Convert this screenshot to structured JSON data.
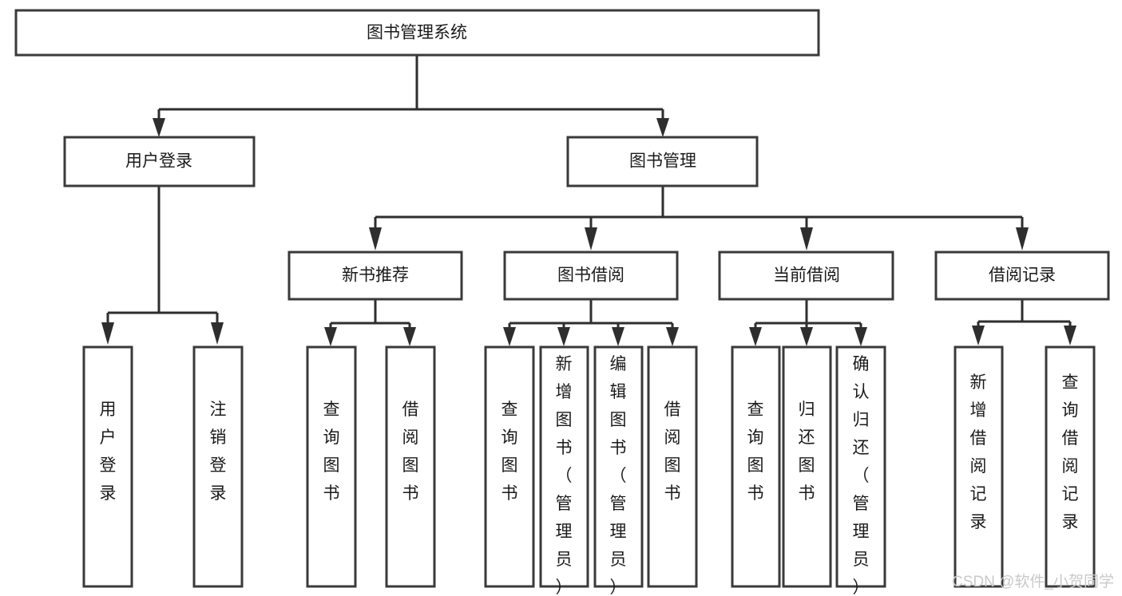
{
  "diagram": {
    "type": "tree",
    "title": "图书管理系统",
    "orientation": "top-down",
    "colors": {
      "background": "#ffffff",
      "box_fill": "#ffffff",
      "box_stroke": "#3a3a3a",
      "connector": "#2e2e2e",
      "text": "#1a1a1a",
      "watermark": "#c9c9c9"
    },
    "root": {
      "id": "root",
      "label": "图书管理系统",
      "orientation": "horizontal"
    },
    "level2": [
      {
        "id": "user-login",
        "label": "用户登录",
        "orientation": "horizontal"
      },
      {
        "id": "book-manage",
        "label": "图书管理",
        "orientation": "horizontal"
      }
    ],
    "level3": [
      {
        "id": "new-book-recommend",
        "label": "新书推荐",
        "orientation": "horizontal",
        "parent": "book-manage"
      },
      {
        "id": "book-borrow",
        "label": "图书借阅",
        "orientation": "horizontal",
        "parent": "book-manage"
      },
      {
        "id": "current-borrow",
        "label": "当前借阅",
        "orientation": "horizontal",
        "parent": "book-manage"
      },
      {
        "id": "borrow-record",
        "label": "借阅记录",
        "orientation": "horizontal",
        "parent": "book-manage"
      }
    ],
    "leaves": [
      {
        "id": "leaf-user-login",
        "label": "用户登录",
        "orientation": "vertical",
        "parent": "user-login"
      },
      {
        "id": "leaf-user-logout",
        "label": "注销登录",
        "orientation": "vertical",
        "parent": "user-login"
      },
      {
        "id": "leaf-query-book-1",
        "label": "查询图书",
        "orientation": "vertical",
        "parent": "new-book-recommend"
      },
      {
        "id": "leaf-borrow-book-1",
        "label": "借阅图书",
        "orientation": "vertical",
        "parent": "new-book-recommend"
      },
      {
        "id": "leaf-query-book-2",
        "label": "查询图书",
        "orientation": "vertical",
        "parent": "book-borrow"
      },
      {
        "id": "leaf-add-book",
        "label": "新增图书（管理员）",
        "orientation": "vertical",
        "parent": "book-borrow"
      },
      {
        "id": "leaf-edit-book",
        "label": "编辑图书（管理员）",
        "orientation": "vertical",
        "parent": "book-borrow"
      },
      {
        "id": "leaf-borrow-book-2",
        "label": "借阅图书",
        "orientation": "vertical",
        "parent": "book-borrow"
      },
      {
        "id": "leaf-query-book-3",
        "label": "查询图书",
        "orientation": "vertical",
        "parent": "current-borrow"
      },
      {
        "id": "leaf-return-book",
        "label": "归还图书",
        "orientation": "vertical",
        "parent": "current-borrow"
      },
      {
        "id": "leaf-confirm-return",
        "label": "确认归还（管理员）",
        "orientation": "vertical",
        "parent": "current-borrow"
      },
      {
        "id": "leaf-add-record",
        "label": "新增借阅记录",
        "orientation": "vertical",
        "parent": "borrow-record"
      },
      {
        "id": "leaf-query-record",
        "label": "查询借阅记录",
        "orientation": "vertical",
        "parent": "borrow-record"
      }
    ]
  },
  "watermark": {
    "text": "CSDN @软件_小贺同学"
  }
}
